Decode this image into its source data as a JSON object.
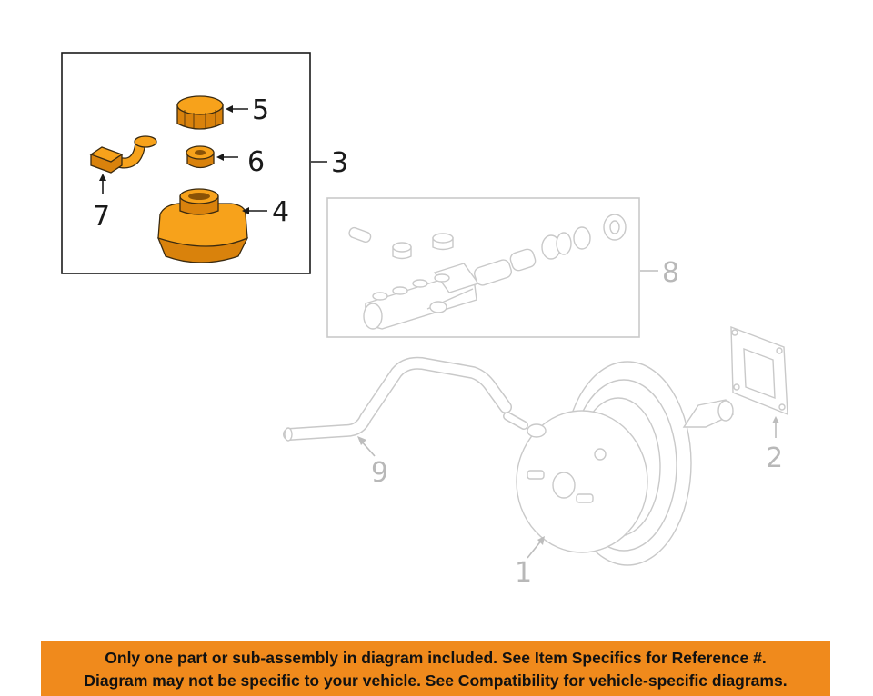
{
  "diagram": {
    "callouts": {
      "c1": "1",
      "c2": "2",
      "c3": "3",
      "c4": "4",
      "c5": "5",
      "c6": "6",
      "c7": "7",
      "c8": "8",
      "c9": "9"
    },
    "colors": {
      "highlight": "#f7a21b",
      "ghost": "#c9c9c9",
      "banner": "#f08a1c"
    }
  },
  "disclaimer": {
    "line1": "Only one part or sub-assembly in diagram included. See Item Specifics for Reference #.",
    "line2": "Diagram may not be specific to your vehicle. See Compatibility for vehicle-specific diagrams."
  }
}
